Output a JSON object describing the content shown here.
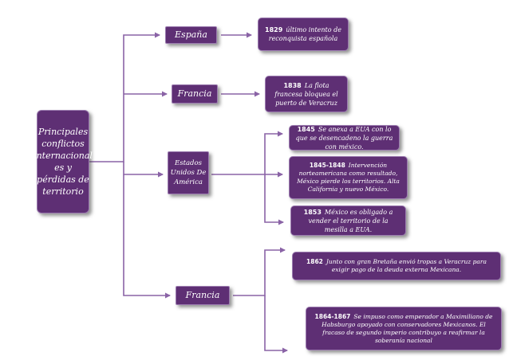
{
  "root": {
    "label": "Principales conflictos internacional es y pérdidas de territorio"
  },
  "countries": {
    "spain": "España",
    "france1": "Francia",
    "usa": "Estados Unidos De América",
    "france2": "Francia"
  },
  "events": {
    "e1829": {
      "year": "1829",
      "text": "último intento de reconquista española"
    },
    "e1838": {
      "year": "1838",
      "text": "La flota francesa bloquea el puerto de Veracruz"
    },
    "e1845": {
      "year": "1845",
      "text": "Se anexa a EUA con lo que se desencadeno la guerra con méxico."
    },
    "e1848": {
      "year": "1845-1848",
      "text": "Intervención norteamericana como resultado, México pierde los territorios. Alta California y nuevo México."
    },
    "e1853": {
      "year": "1853",
      "text": "México es obligado a vender el territorio de la mesilla a EUA."
    },
    "e1862": {
      "year": "1862",
      "text": "Junto con gran Bretaña envió tropas a Veracruz para exigir pago de la deuda externa Mexicana."
    },
    "e1864": {
      "year": "1864-1867",
      "text": "Se impuso como emperador a Maximiliano de Habsburgo apoyado con conservadores Mexicanos. El fracaso de segundo imperio contribuyo a reafirmar la soberanía nacional"
    }
  },
  "colors": {
    "box_fill": "#5e2f74",
    "box_border": "#9c7cb0",
    "connector": "#8a63a6"
  }
}
